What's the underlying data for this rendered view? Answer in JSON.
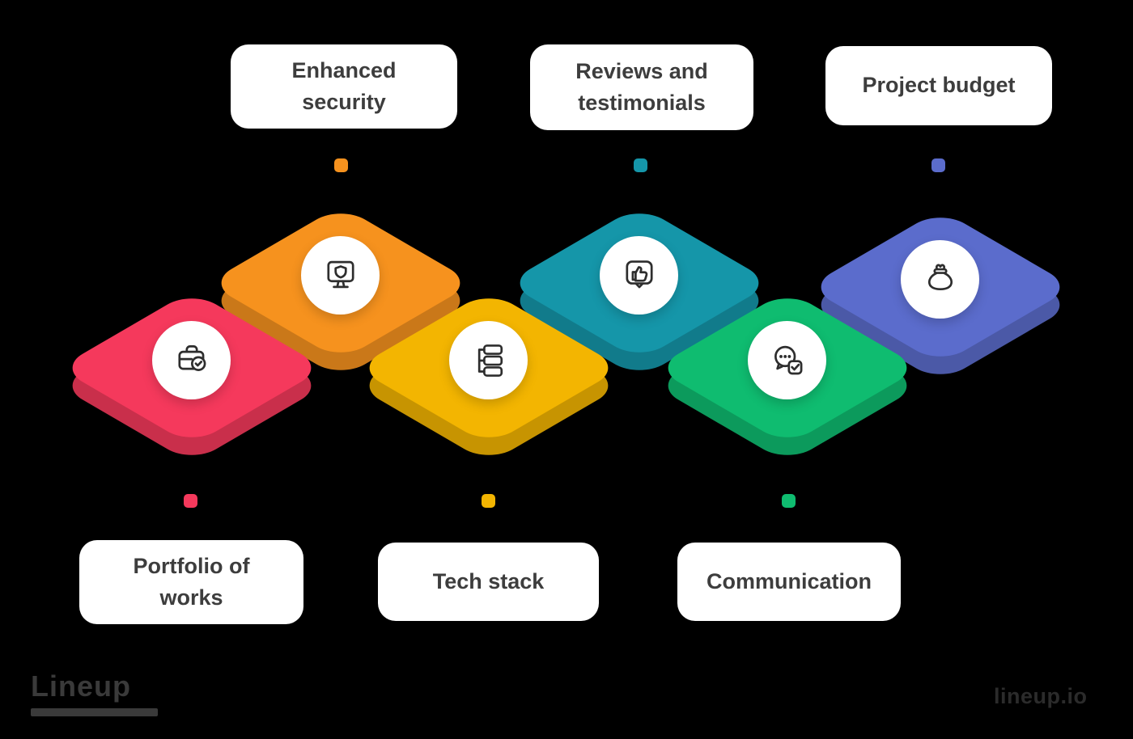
{
  "background_color": "#000000",
  "card_bg": "#ffffff",
  "text_color": "#3d3d3d",
  "items": [
    {
      "id": "enhanced-security",
      "label": "Enhanced security",
      "icon": "monitor-shield-icon",
      "color": "#F6921E",
      "label_position": "top"
    },
    {
      "id": "reviews",
      "label": "Reviews and testimonials",
      "icon": "thumbs-up-bubble-icon",
      "color": "#1596A9",
      "label_position": "top"
    },
    {
      "id": "project-budget",
      "label": "Project budget",
      "icon": "money-pouch-icon",
      "color": "#5B6CCC",
      "label_position": "top"
    },
    {
      "id": "portfolio",
      "label": "Portfolio of works",
      "icon": "briefcase-check-icon",
      "color": "#F5395C",
      "label_position": "bottom"
    },
    {
      "id": "tech-stack",
      "label": "Tech stack",
      "icon": "stack-tree-icon",
      "color": "#F3B501",
      "label_position": "bottom"
    },
    {
      "id": "communication",
      "label": "Communication",
      "icon": "chat-check-icon",
      "color": "#0FBC70",
      "label_position": "bottom"
    }
  ],
  "footer": {
    "logo_text": "Lineup",
    "site_text": "lineup.io"
  }
}
